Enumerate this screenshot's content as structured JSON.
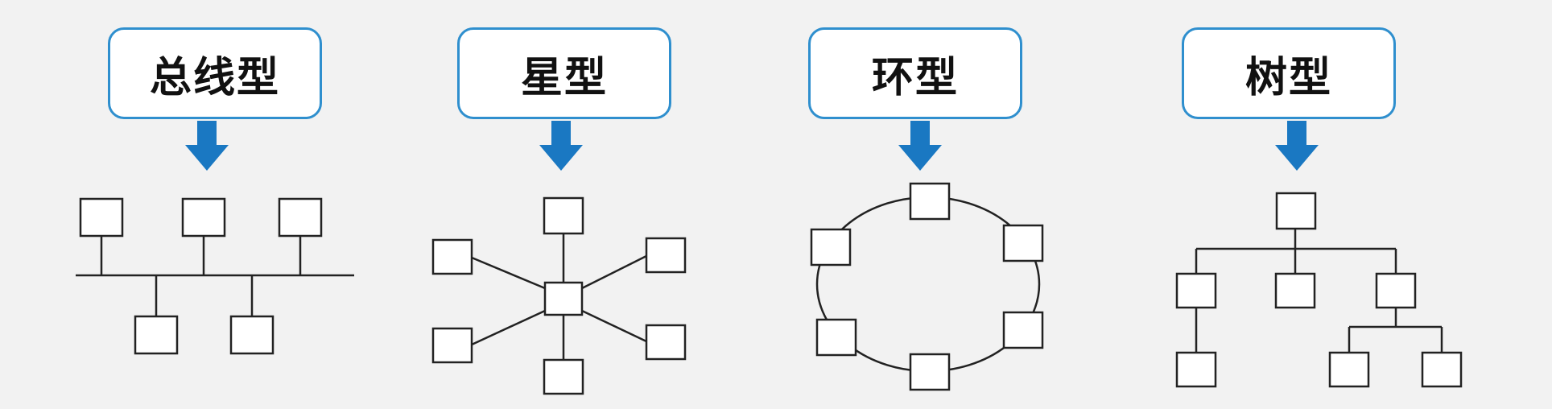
{
  "colors": {
    "background": "#f2f2f2",
    "box_border": "#2f8fce",
    "arrow": "#1a78c2",
    "line": "#222222"
  },
  "topologies": [
    {
      "key": "bus",
      "label": "总线型"
    },
    {
      "key": "star",
      "label": "星型"
    },
    {
      "key": "ring",
      "label": "环型"
    },
    {
      "key": "tree",
      "label": "树型"
    }
  ]
}
